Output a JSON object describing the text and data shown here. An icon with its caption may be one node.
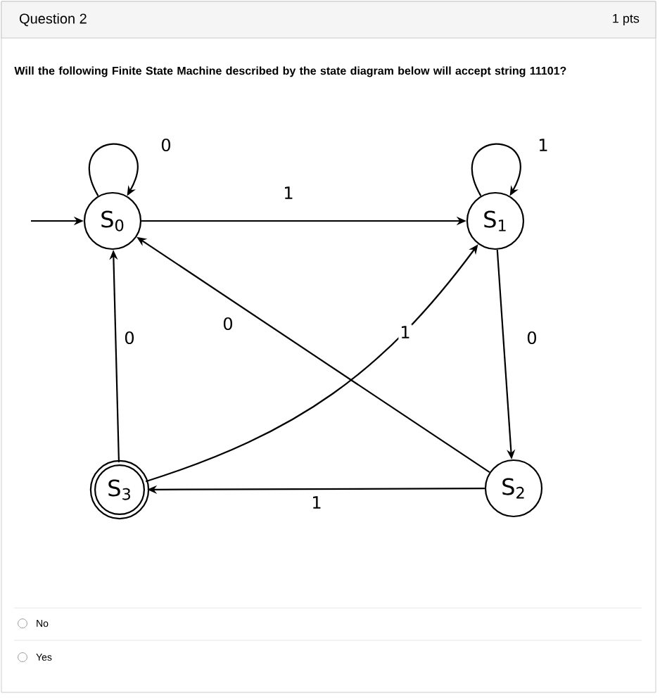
{
  "diagram": {
    "title": "Question 2",
    "nodes": [
      {
        "text": [
          "S$_{0}$"
        ]
      },
      {
        "text": [
          "S$_{1}$"
        ]
      },
      {
        "text": [
          "S$_{2}$"
        ]
      },
      {
        "text": [
          "S$_{3}$"
        ]
      }
    ],
    "edges": [
      {
        "from": null,
        "to": 0,
        "arrow": "to"
      },
      {
        "from": 0,
        "to": 0,
        "arrow": "to",
        "label": "0"
      },
      {
        "from": 0,
        "to": 1,
        "arrow": "to",
        "label": "1"
      },
      {
        "from": 1,
        "to": 1,
        "arrow": "to",
        "label": "1"
      },
      {
        "from": 1,
        "to": 2,
        "arrow": "to",
        "label": "0"
      },
      {
        "from": 2,
        "to": 3,
        "arrow": "to",
        "label": "1"
      },
      {
        "from": 2,
        "to": 0,
        "arrow": "to",
        "label": "0"
      },
      {
        "from": 3,
        "to": 1,
        "arrow": "to",
        "label": "1"
      },
      {
        "from": 3,
        "to": 0,
        "arrow": "to",
        "label": "0"
      }
    ],
    "labels": [
      "1 pts",
      "Will the following Finite State Machine described by the state diagram below will accept string 11101?",
      "No",
      "Yes"
    ]
  }
}
